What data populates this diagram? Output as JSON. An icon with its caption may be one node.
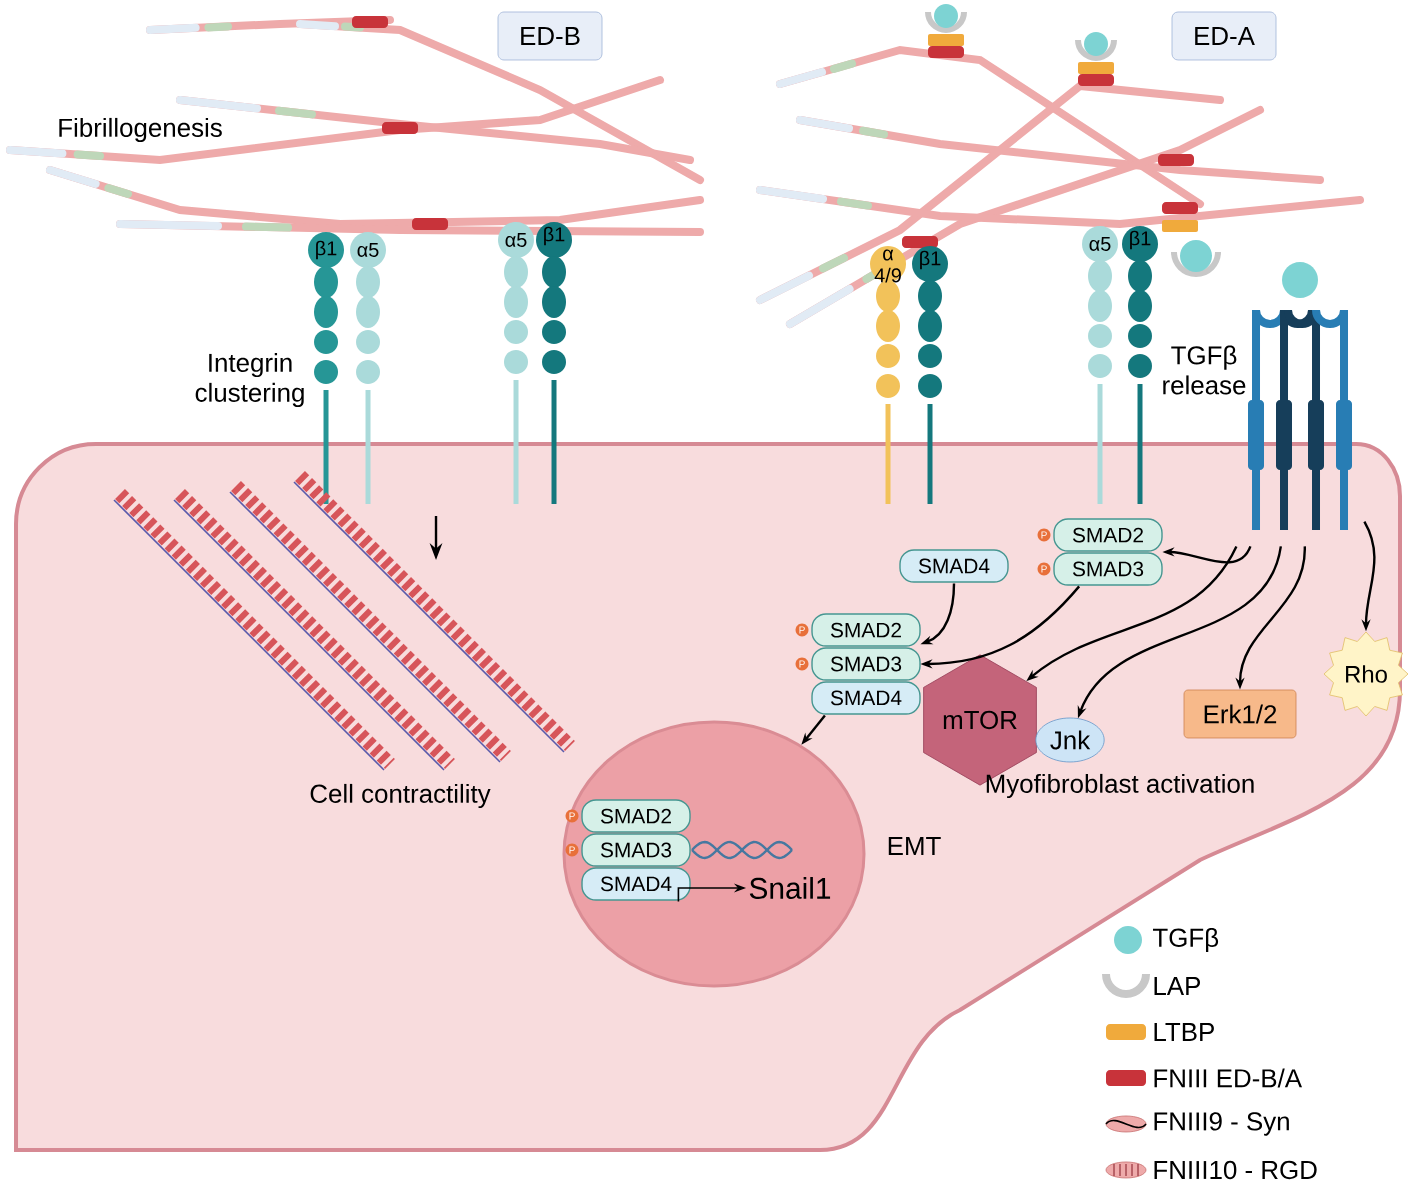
{
  "diagram": {
    "nodes": [
      {
        "text": [
          "ED-B"
        ]
      },
      {
        "text": [
          "ED-A"
        ]
      },
      {
        "text": [
          "SMAD4"
        ]
      },
      {
        "text": [
          "SMAD2",
          "SMAD3"
        ],
        "beside": [
          "P",
          "P"
        ]
      },
      {
        "text": [
          "SMAD2",
          "SMAD3",
          "SMAD4"
        ],
        "beside": [
          "P",
          "P"
        ]
      },
      {
        "text": [],
        "shape": "circle"
      },
      {
        "text": [
          "SMAD2",
          "SMAD3",
          "SMAD4"
        ],
        "in": 5,
        "beside": [
          "P",
          "P"
        ]
      },
      {
        "text": [
          "Snail1"
        ],
        "in": 5
      },
      {
        "text": [
          "mTOR"
        ]
      },
      {
        "text": [
          "Jnk"
        ]
      },
      {
        "text": [
          "Erk1/2"
        ]
      },
      {
        "text": [
          "Rho"
        ]
      },
      {
        "text": [],
        "shape": "picture"
      }
    ],
    "edges": [
      {
        "from": 12,
        "to": 3,
        "arrow": "to"
      },
      {
        "from": 12,
        "to": 8,
        "arrow": "to"
      },
      {
        "from": 12,
        "to": 9,
        "arrow": "to"
      },
      {
        "from": 12,
        "to": 10,
        "arrow": "to"
      },
      {
        "from": 12,
        "to": 11,
        "arrow": "to"
      },
      {
        "from": 2,
        "to": 4,
        "arrow": "to"
      },
      {
        "from": 3,
        "to": 4,
        "arrow": "to"
      },
      {
        "from": 4,
        "to": 5,
        "arrow": "to"
      },
      {
        "from": 6,
        "to": 7,
        "arrow": "to"
      }
    ],
    "labels": [
      "Fibrillogenesis",
      "β1",
      "α5",
      "α5",
      "β1",
      "α 4/9",
      "β1",
      "α5",
      "β1",
      "Integrin clustering",
      "TGFβ release",
      "Cell contractility",
      "Myofibroblast activation",
      "EMT"
    ],
    "legend": [
      {
        "text": "TGFβ",
        "color": "#7dd3d3"
      },
      {
        "text": "LAP"
      },
      {
        "text": "LTBP",
        "color": "#f0aa3c"
      },
      {
        "text": "FNIII ED-B/A",
        "color": "#c8333a"
      },
      {
        "text": "FNIII9 - Syn"
      },
      {
        "text": "FNIII10 - RGD"
      }
    ]
  }
}
